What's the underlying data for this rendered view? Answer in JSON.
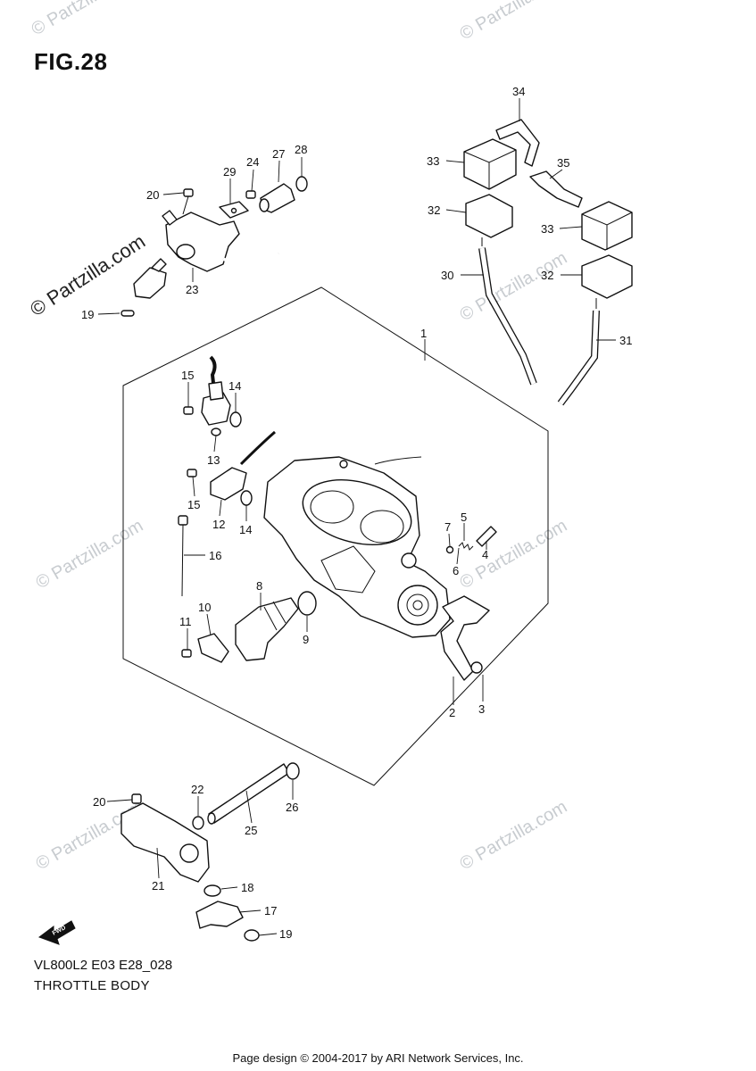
{
  "figure": {
    "title": "FIG.28",
    "model_code": "VL800L2 E03 E28_028",
    "section": "THROTTLE BODY",
    "footer": "Page design © 2004-2017 by ARI Network Services, Inc.",
    "watermark_main": "© Partzilla.com",
    "watermark_small": "© Partzilla.com",
    "direction_label": "FWD"
  },
  "callouts": [
    {
      "id": "1",
      "label": "1"
    },
    {
      "id": "2",
      "label": "2"
    },
    {
      "id": "3",
      "label": "3"
    },
    {
      "id": "4",
      "label": "4"
    },
    {
      "id": "5",
      "label": "5"
    },
    {
      "id": "6",
      "label": "6"
    },
    {
      "id": "7",
      "label": "7"
    },
    {
      "id": "8",
      "label": "8"
    },
    {
      "id": "9",
      "label": "9"
    },
    {
      "id": "10",
      "label": "10"
    },
    {
      "id": "11",
      "label": "11"
    },
    {
      "id": "12",
      "label": "12"
    },
    {
      "id": "13",
      "label": "13"
    },
    {
      "id": "14a",
      "label": "14"
    },
    {
      "id": "14b",
      "label": "14"
    },
    {
      "id": "15a",
      "label": "15"
    },
    {
      "id": "15b",
      "label": "15"
    },
    {
      "id": "16",
      "label": "16"
    },
    {
      "id": "17",
      "label": "17"
    },
    {
      "id": "18",
      "label": "18"
    },
    {
      "id": "19a",
      "label": "19"
    },
    {
      "id": "19b",
      "label": "19"
    },
    {
      "id": "20a",
      "label": "20"
    },
    {
      "id": "20b",
      "label": "20"
    },
    {
      "id": "21",
      "label": "21"
    },
    {
      "id": "22",
      "label": "22"
    },
    {
      "id": "23",
      "label": "23"
    },
    {
      "id": "24",
      "label": "24"
    },
    {
      "id": "25",
      "label": "25"
    },
    {
      "id": "26",
      "label": "26"
    },
    {
      "id": "27",
      "label": "27"
    },
    {
      "id": "28",
      "label": "28"
    },
    {
      "id": "29",
      "label": "29"
    },
    {
      "id": "30",
      "label": "30"
    },
    {
      "id": "31",
      "label": "31"
    },
    {
      "id": "32a",
      "label": "32"
    },
    {
      "id": "32b",
      "label": "32"
    },
    {
      "id": "33a",
      "label": "33"
    },
    {
      "id": "33b",
      "label": "33"
    },
    {
      "id": "34",
      "label": "34"
    },
    {
      "id": "35",
      "label": "35"
    }
  ]
}
